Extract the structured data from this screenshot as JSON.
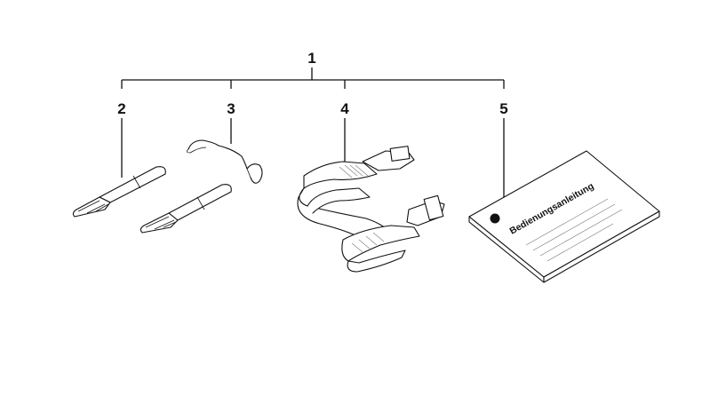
{
  "diagram": {
    "callouts": [
      {
        "id": "assembly",
        "label": "1"
      },
      {
        "id": "strap-pair",
        "label": "2"
      },
      {
        "id": "wire-clip",
        "label": "3"
      },
      {
        "id": "harness-belt",
        "label": "4"
      },
      {
        "id": "manual",
        "label": "5"
      }
    ],
    "manual_title": "Bedienungsanleitung",
    "colors": {
      "line": "#111111",
      "background": "#ffffff"
    }
  }
}
